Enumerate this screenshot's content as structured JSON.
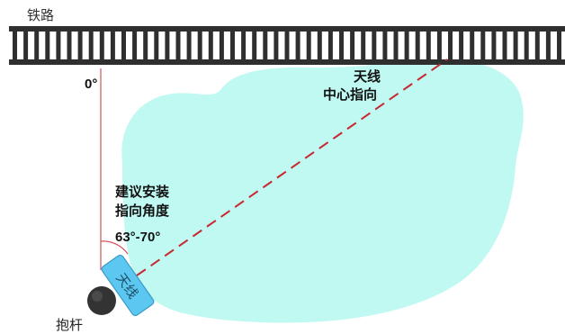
{
  "railway": {
    "label": "铁路",
    "rail_color": "#2f2f2f",
    "tie_color": "#2f2f2f"
  },
  "coverage": {
    "fill_color": "#bff9f2"
  },
  "reference_line": {
    "label": "0°",
    "color": "#d8505a"
  },
  "antenna_direction": {
    "label_line1": "天线",
    "label_line2": "中心指向",
    "color": "#c8272f"
  },
  "install_angle": {
    "label_line1": "建议安装",
    "label_line2": "指向角度",
    "value": "63°-70°"
  },
  "antenna": {
    "label": "天线",
    "fill_color": "#5cc7f1",
    "border_color": "#3a9bc6"
  },
  "pole": {
    "label": "抱杆",
    "color": "#333333"
  }
}
